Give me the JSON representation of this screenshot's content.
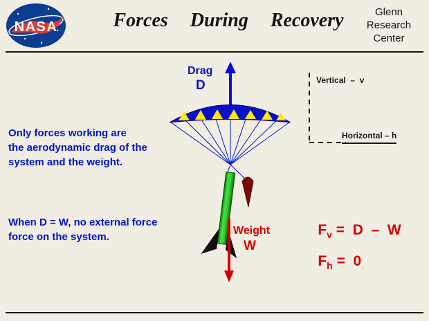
{
  "header": {
    "title": "Forces  During  Recovery",
    "org": "Glenn\nResearch\nCenter",
    "logo": "NASA"
  },
  "notes": {
    "para1": "Only forces working are\nthe aerodynamic drag of the\nsystem and the weight.",
    "para2": "When D = W, no external force\nforce on the system."
  },
  "forces": {
    "drag_label": "Drag",
    "drag_symbol": "D",
    "weight_label": "Weight",
    "weight_symbol": "W"
  },
  "axes": {
    "vertical": "Vertical  –  v",
    "horizontal": "Horizontal – h"
  },
  "equations": {
    "vertical": {
      "lhs": "F",
      "sub": "v",
      "rhs": " =  D  –  W"
    },
    "horizontal": {
      "lhs": "F",
      "sub": "h",
      "rhs": " =  0"
    }
  },
  "colors": {
    "background": "#f0eee2",
    "text_blue": "#0013cc",
    "text_red": "#d40000",
    "canopy_blue": "#0a10c8",
    "triangle_yellow": "#ffe900",
    "rocket_green": "#2ecc2e",
    "nose_cone_dark_red": "#7a0a0a",
    "nasa_blue": "#0b3d91",
    "nasa_red": "#e23a2e",
    "line_black": "#151515"
  }
}
